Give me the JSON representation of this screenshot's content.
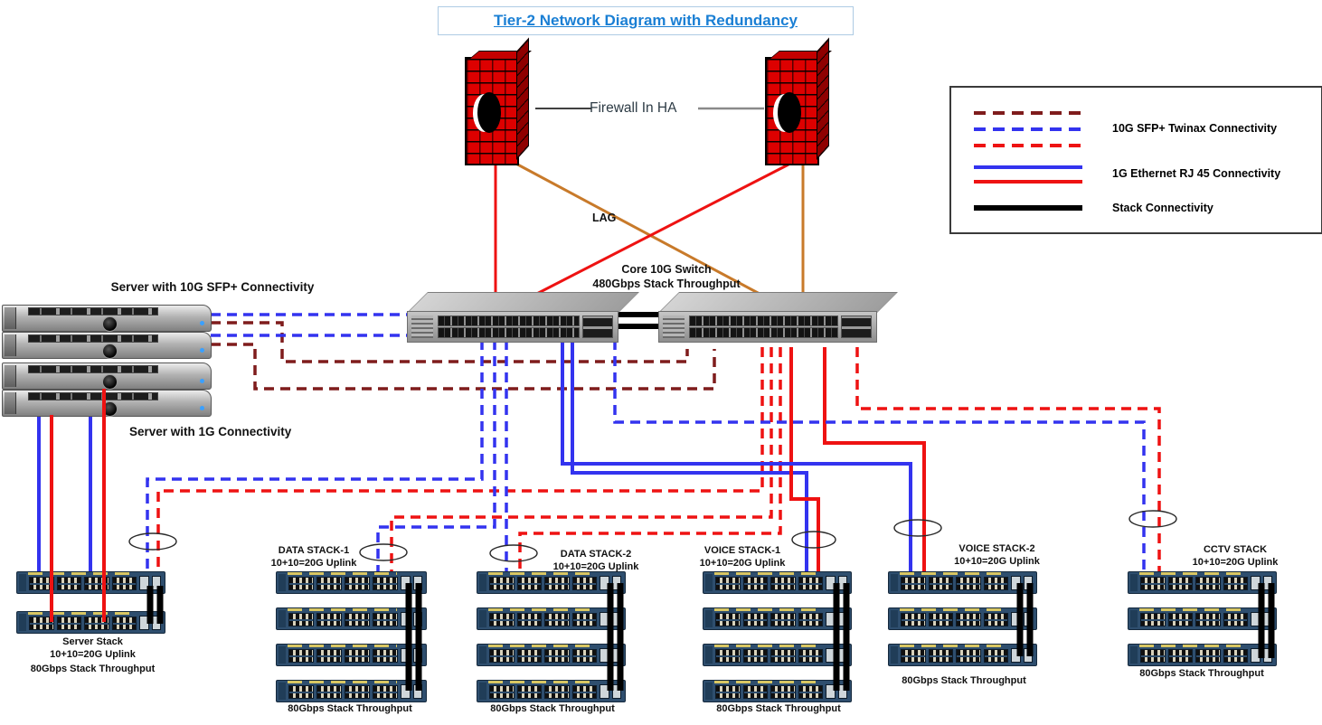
{
  "title": "Tier-2 Network Diagram with Redundancy",
  "colors": {
    "titleblue": "#1a7fd4",
    "maroon": "#7f1c1c",
    "blue": "#3333ef",
    "red": "#ee1212",
    "orange": "#c87a2a",
    "fwred": "#dd0000"
  },
  "top": {
    "firewall_label": "Firewall In HA",
    "lag_label": "LAG"
  },
  "core": {
    "line1": "Core 10G Switch",
    "line2": "480Gbps Stack Throughput"
  },
  "servers": {
    "sfp_label": "Server with 10G SFP+ Connectivity",
    "oneg_label": "Server with 1G Connectivity"
  },
  "legend": {
    "items": [
      {
        "label": "10G SFP+ Twinax Connectivity",
        "style": "dashed",
        "colors": [
          "#7f1c1c",
          "#3333ef",
          "#ee1212"
        ]
      },
      {
        "label": "1G Ethernet RJ 45 Connectivity",
        "style": "solid",
        "colors": [
          "#3333ef",
          "#ee1212"
        ]
      },
      {
        "label": "Stack Connectivity",
        "style": "solid-thick",
        "colors": [
          "#000000"
        ]
      }
    ]
  },
  "stacks": [
    {
      "title": "Server Stack",
      "uplink": "10+10=20G Uplink",
      "throughput": "80Gbps Stack Throughput",
      "units": 2
    },
    {
      "title": "DATA STACK-1",
      "uplink": "10+10=20G Uplink",
      "throughput": "80Gbps Stack Throughput",
      "units": 4
    },
    {
      "title": "DATA STACK-2",
      "uplink": "10+10=20G Uplink",
      "throughput": "80Gbps Stack Throughput",
      "units": 4
    },
    {
      "title": "VOICE STACK-1",
      "uplink": "10+10=20G Uplink",
      "throughput": "80Gbps Stack Throughput",
      "units": 4
    },
    {
      "title": "VOICE STACK-2",
      "uplink": "10+10=20G Uplink",
      "throughput": "80Gbps Stack Throughput",
      "units": 3
    },
    {
      "title": "CCTV STACK",
      "uplink": "10+10=20G Uplink",
      "throughput": "80Gbps Stack Throughput",
      "units": 3
    }
  ]
}
